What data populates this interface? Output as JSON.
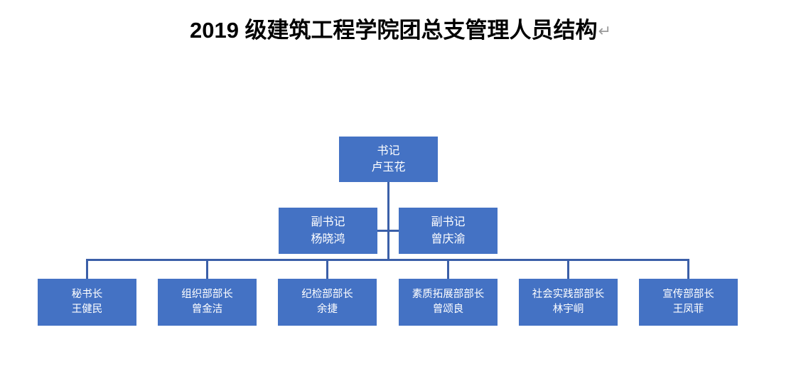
{
  "title": {
    "text": "2019 级建筑工程学院团总支管理人员结构",
    "paragraph_mark": "↵"
  },
  "colors": {
    "node_fill": "#4472C4",
    "node_text": "#FFFFFF",
    "connector": "#3B5FA8",
    "title_text": "#000000",
    "background": "#FFFFFF"
  },
  "chart_data": {
    "type": "diagram",
    "diagram_type": "organization-chart",
    "title": "2019 级建筑工程学院团总支管理人员结构",
    "levels": 3,
    "nodes": [
      {
        "id": "n1",
        "level": 1,
        "role": "书记",
        "person": "卢玉花"
      },
      {
        "id": "n2",
        "level": 2,
        "role": "副书记",
        "person": "杨晓鸿"
      },
      {
        "id": "n3",
        "level": 2,
        "role": "副书记",
        "person": "曾庆渝"
      },
      {
        "id": "n4",
        "level": 3,
        "role": "秘书长",
        "person": "王健民"
      },
      {
        "id": "n5",
        "level": 3,
        "role": "组织部部长",
        "person": "曾金洁"
      },
      {
        "id": "n6",
        "level": 3,
        "role": "纪检部部长",
        "person": "余捷"
      },
      {
        "id": "n7",
        "level": 3,
        "role": "素质拓展部部长",
        "person": "曾颂良"
      },
      {
        "id": "n8",
        "level": 3,
        "role": "社会实践部部长",
        "person": "林宇峒"
      },
      {
        "id": "n9",
        "level": 3,
        "role": "宣传部部长",
        "person": "王凤菲"
      }
    ],
    "edges": [
      {
        "from": "n1",
        "to": "n2"
      },
      {
        "from": "n1",
        "to": "n3"
      },
      {
        "from": "n1",
        "to": "n4"
      },
      {
        "from": "n1",
        "to": "n5"
      },
      {
        "from": "n1",
        "to": "n6"
      },
      {
        "from": "n1",
        "to": "n7"
      },
      {
        "from": "n1",
        "to": "n8"
      },
      {
        "from": "n1",
        "to": "n9"
      }
    ]
  },
  "nodes": {
    "secretary": {
      "role": "书记",
      "person": "卢玉花"
    },
    "vice_secretary_1": {
      "role": "副书记",
      "person": "杨晓鸿"
    },
    "vice_secretary_2": {
      "role": "副书记",
      "person": "曾庆渝"
    },
    "dept_1": {
      "role": "秘书长",
      "person": "王健民"
    },
    "dept_2": {
      "role": "组织部部长",
      "person": "曾金洁"
    },
    "dept_3": {
      "role": "纪检部部长",
      "person": "余捷"
    },
    "dept_4": {
      "role": "素质拓展部部长",
      "person": "曾颂良"
    },
    "dept_5": {
      "role": "社会实践部部长",
      "person": "林宇峒"
    },
    "dept_6": {
      "role": "宣传部部长",
      "person": "王凤菲"
    }
  }
}
